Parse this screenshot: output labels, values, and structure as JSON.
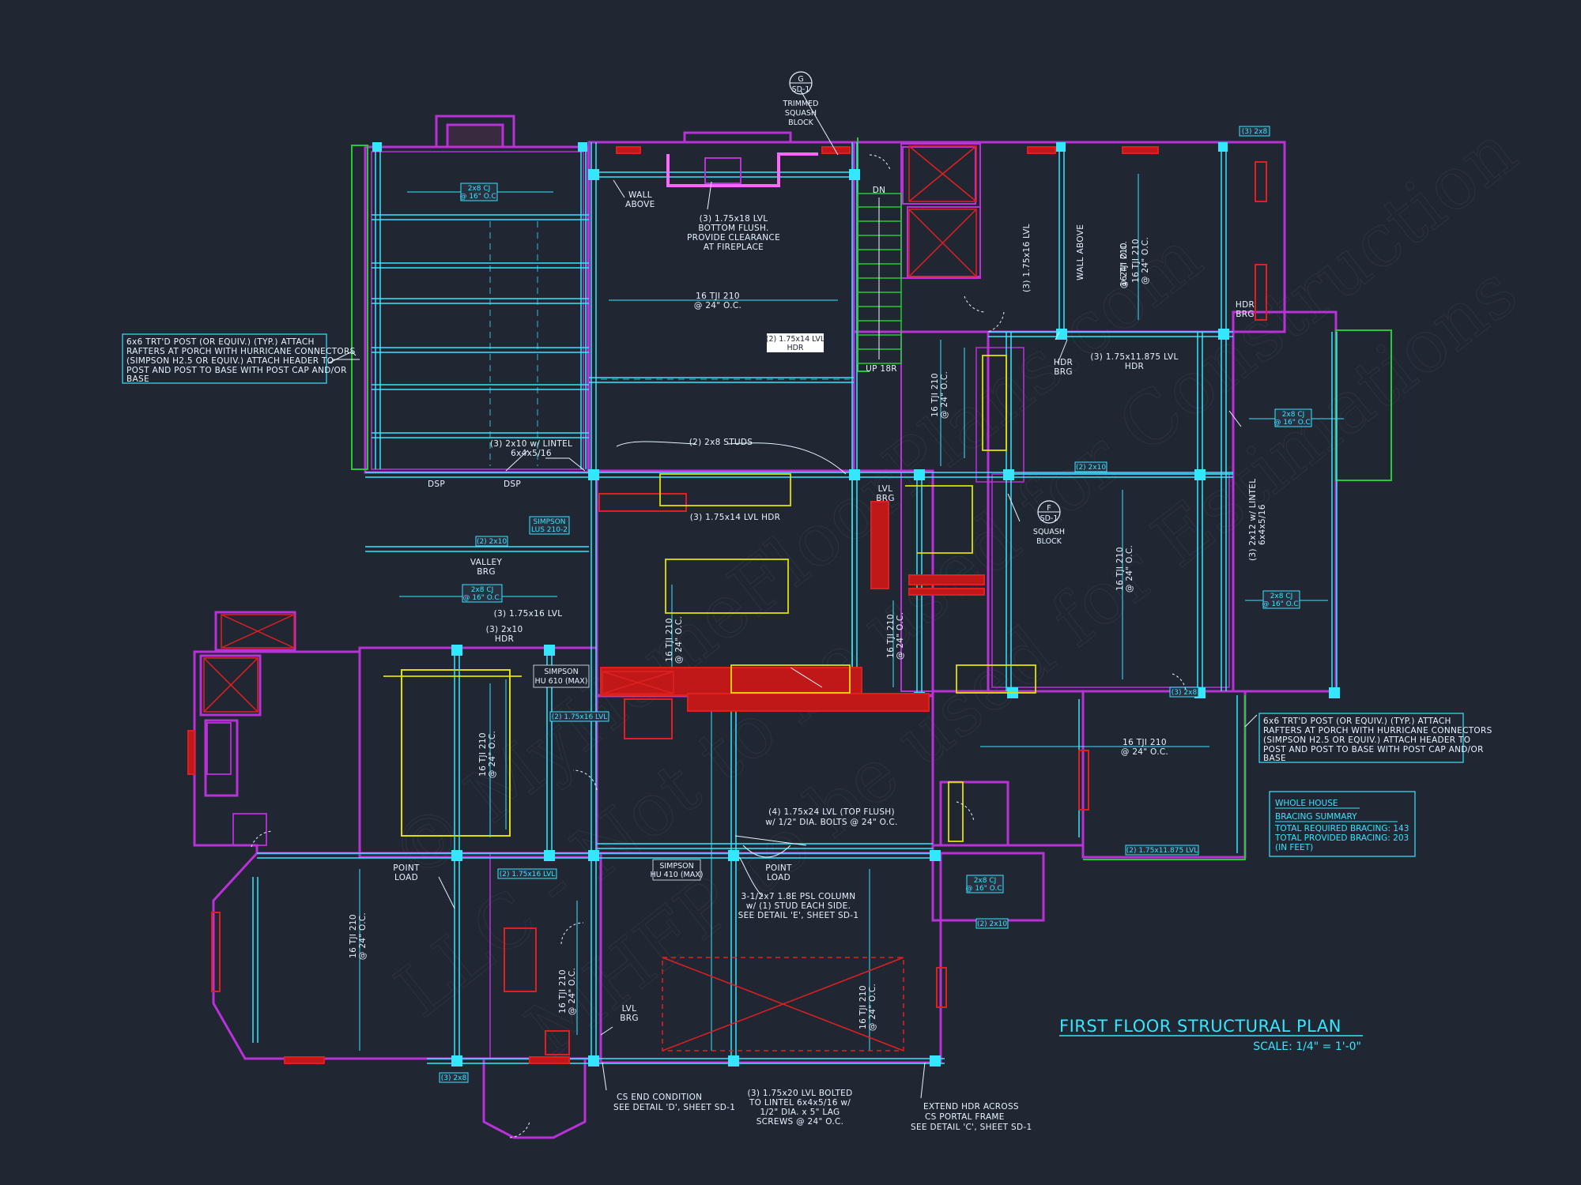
{
  "plan": {
    "title": "FIRST FLOOR STRUCTURAL PLAN",
    "scale": "SCALE: 1/4\" = 1'-0\""
  },
  "bracing_summary": {
    "heading_line1": "WHOLE HOUSE",
    "heading_line2": "BRACING SUMMARY",
    "line1": "TOTAL REQUIRED BRACING: 143",
    "line2": "TOTAL PROVIDED BRACING: 203",
    "line3": "(IN FEET)"
  },
  "porch_note_left": [
    "6x6 TRT'D POST (OR EQUIV.) (TYP.) ATTACH",
    "RAFTERS AT PORCH WITH HURRICANE CONNECTORS",
    "(SIMPSON H2.5 OR EQUIV.) ATTACH HEADER TO",
    "POST AND POST TO BASE WITH POST CAP AND/OR",
    "BASE"
  ],
  "porch_note_right": [
    "6x6 TRT'D POST (OR EQUIV.) (TYP.) ATTACH",
    "RAFTERS AT PORCH WITH HURRICANE CONNECTORS",
    "(SIMPSON H2.5 OR EQUIV.) ATTACH HEADER TO",
    "POST AND POST TO BASE WITH POST CAP AND/OR",
    "BASE"
  ],
  "detail_g": {
    "letter": "G",
    "sheet": "SD-1",
    "lines": [
      "TRIMMED",
      "SQUASH",
      "BLOCK"
    ]
  },
  "detail_f": {
    "letter": "F",
    "sheet": "SD-1",
    "lines": [
      "SQUASH",
      "BLOCK"
    ]
  },
  "notes": {
    "wall_above_1": [
      "WALL",
      "ABOVE"
    ],
    "lvl_fireplace": [
      "(3) 1.75x18 LVL",
      "BOTTOM FLUSH.",
      "PROVIDE CLEARANCE",
      "AT FIREPLACE"
    ],
    "tji_main": [
      "16 TJI 210",
      "@ 24\" O.C."
    ],
    "lvl_hdr_2": [
      "(2) 1.75x14 LVL",
      "HDR"
    ],
    "studs": "(2) 2x8 STUDS",
    "lvl_hdr_kitchen": "(3) 1.75x14 LVL HDR",
    "lintel_left": [
      "(3) 2x10 w/ LINTEL",
      "6x4x5/16"
    ],
    "dsp_1": "DSP",
    "dsp_2": "DSP",
    "valley": [
      "VALLEY",
      "BRG"
    ],
    "lvl_16": "(3) 1.75x16 LVL",
    "hdr_2x10": [
      "(3) 2x10",
      "HDR"
    ],
    "simpson_hu": [
      "SIMPSON",
      "HU 610 (MAX)"
    ],
    "stair_dn": "DN",
    "stair_up": "UP 18R",
    "lvl_brg": [
      "LVL",
      "BRG"
    ],
    "wall_above_2": "WALL ABOVE",
    "lvl_16b": "(3) 1.75x16 LVL",
    "hdr_brg_1": [
      "HDR",
      "BRG"
    ],
    "hdr_brg_2": [
      "HDR",
      "BRG"
    ],
    "lvl_11875": [
      "(3) 1.75x11.875 LVL",
      "HDR"
    ],
    "lintel_right": [
      "(3) 2x12 w/ LINTEL",
      "6x4x5/16"
    ],
    "lvl_24": [
      "(4) 1.75x24 LVL (TOP FLUSH)",
      "w/ 1/2\" DIA. BOLTS @ 24\" O.C."
    ],
    "point_load_1": [
      "POINT",
      "LOAD"
    ],
    "point_load_2": [
      "POINT",
      "LOAD"
    ],
    "simpson_hu2": [
      "SIMPSON",
      "HU 410 (MAX)"
    ],
    "psl": [
      "3-1/2x7 1.8E PSL COLUMN",
      "w/ (1) STUD EACH SIDE.",
      "SEE DETAIL 'E', SHEET SD-1"
    ],
    "lvl_brg_2": [
      "LVL",
      "BRG"
    ],
    "cs_end": [
      "CS END CONDITION",
      "SEE DETAIL 'D', SHEET SD-1"
    ],
    "lvl_20": [
      "(3) 1.75x20 LVL BOLTED",
      "TO LINTEL 6x4x5/16 w/",
      "1/2\" DIA. x 5\" LAG",
      "SCREWS @ 24\" O.C."
    ],
    "extend_hdr": [
      "EXTEND HDR ACROSS",
      "CS PORTAL FRAME",
      "SEE DETAIL 'C', SHEET SD-1"
    ],
    "tji_dining": [
      "16 TJI 210",
      "@ 24\" O.C."
    ],
    "tji_great": [
      "16 TJI 210",
      "@ 24\" O.C."
    ],
    "tji_garage": [
      "16 TJI 210",
      "@ 24\" O.C."
    ],
    "tji_right_top": [
      "16 TJI 210",
      "@ 24\" O.C."
    ],
    "tji_right_mid": [
      "16 TJI 210",
      "@ 24\" O.C."
    ],
    "tji_right_low": [
      "16 TJI 210",
      "@ 24\" O.C."
    ],
    "tji_hall": [
      "16 TJI 210",
      "@ 24\" O.C."
    ],
    "tji_bath": [
      "16 TJI 210",
      "@ 24\" O.C."
    ],
    "tji_kitchen": [
      "16 TJI 210",
      "@ 24\" O.C."
    ],
    "tji_hall2": [
      "16 TJI 210",
      "@ 24\" O.C."
    ],
    "tji_master": [
      "16 TJI 210",
      "@ 24\" O.C."
    ]
  },
  "tags": {
    "c1": [
      "2x8 CJ",
      "@ 16\" O.C."
    ],
    "c2": [
      "2x8 CJ",
      "@ 16\" O.C."
    ],
    "c3": [
      "2x8 CJ",
      "@ 16\" O.C."
    ],
    "c4": [
      "2x8 CJ",
      "@ 16\" O.C."
    ],
    "c5": [
      "2x8 CJ",
      "@ 16\" O.C."
    ],
    "t_2x8_a": "(3) 2x8",
    "t_2x8_b": "(3) 2x8",
    "t_2x8_c": "(3) 2x8",
    "t_2x10": "(2) 2x10",
    "t_2x10b": "(2) 2x10",
    "t_simpson": [
      "SIMPSON",
      "LUS 210-2"
    ],
    "t_lvl_a": "(2) 1.75x16 LVL",
    "t_lvl_b": "(2) 1.75x16 LVL",
    "t_lvl_c": "(2) 1.75x11.875 LVL",
    "t_2x10c": "(2) 2x10"
  },
  "watermark": [
    "© MyHomeFloorPlans.com",
    "LLC - Not to be used for Construction",
    "MHFP to be used for Estimations"
  ],
  "colors": {
    "background": "#212633",
    "wall": "#b832d8",
    "beam": "#35e6ff",
    "fixture": "#e0e000",
    "accent": "#ff2020",
    "green": "#22cc33"
  }
}
